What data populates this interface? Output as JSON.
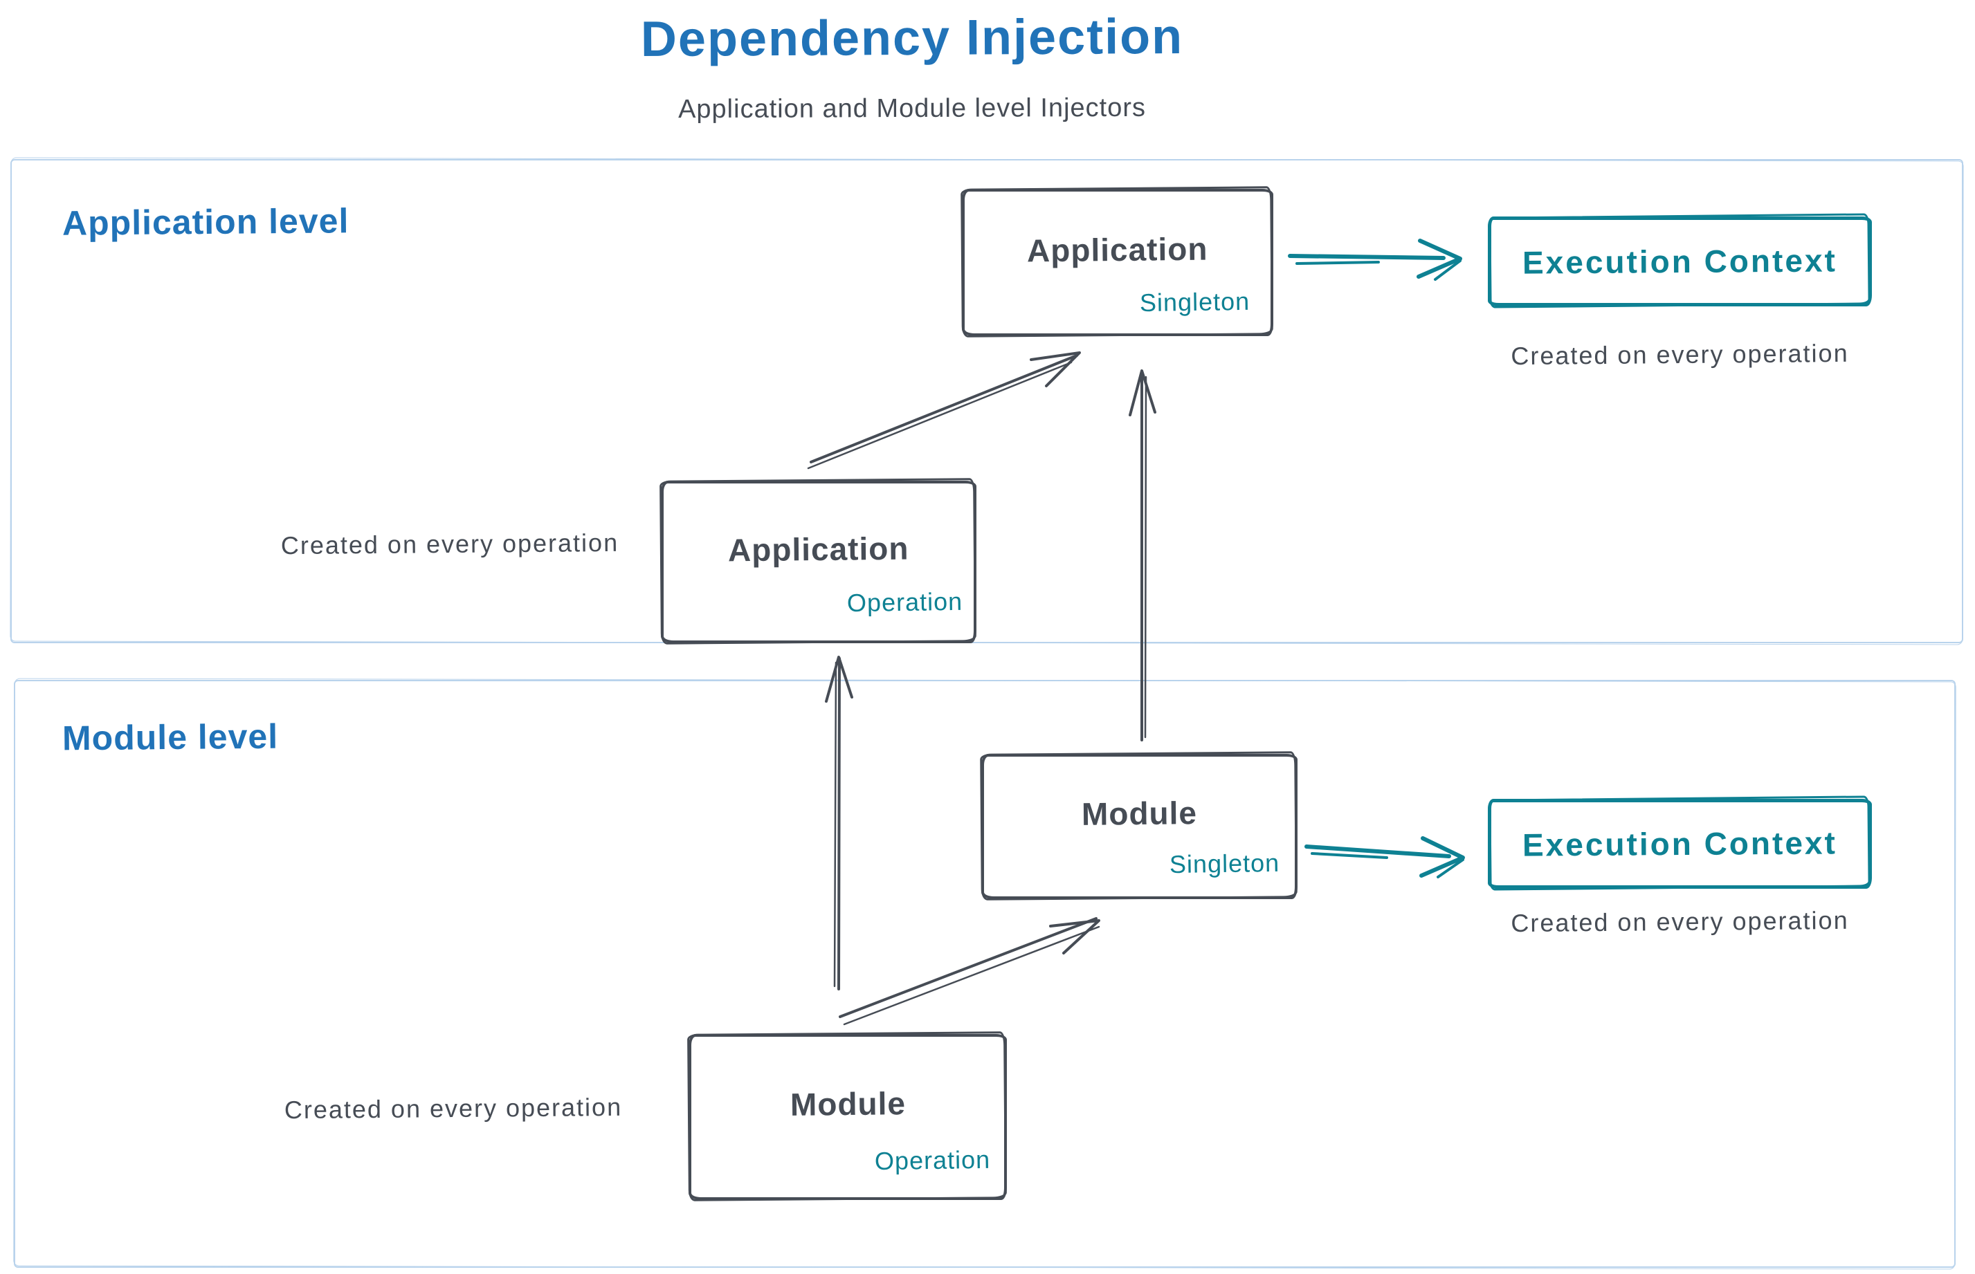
{
  "header": {
    "title": "Dependency Injection",
    "subtitle": "Application and Module level Injectors"
  },
  "colors": {
    "accent_blue": "#2173b8",
    "accent_teal": "#0e8193",
    "stroke_dark": "#464c55",
    "frame_border": "#b9d3ec"
  },
  "sections": {
    "application": {
      "label": "Application level",
      "singleton_box": {
        "title": "Application",
        "tag": "Singleton"
      },
      "operation_box": {
        "title": "Application",
        "tag": "Operation"
      },
      "operation_caption": "Created on every operation",
      "execution_context": {
        "label": "Execution Context",
        "caption": "Created on every operation"
      }
    },
    "module": {
      "label": "Module level",
      "singleton_box": {
        "title": "Module",
        "tag": "Singleton"
      },
      "operation_box": {
        "title": "Module",
        "tag": "Operation"
      },
      "operation_caption": "Created on every operation",
      "execution_context": {
        "label": "Execution Context",
        "caption": "Created on every operation"
      }
    }
  }
}
